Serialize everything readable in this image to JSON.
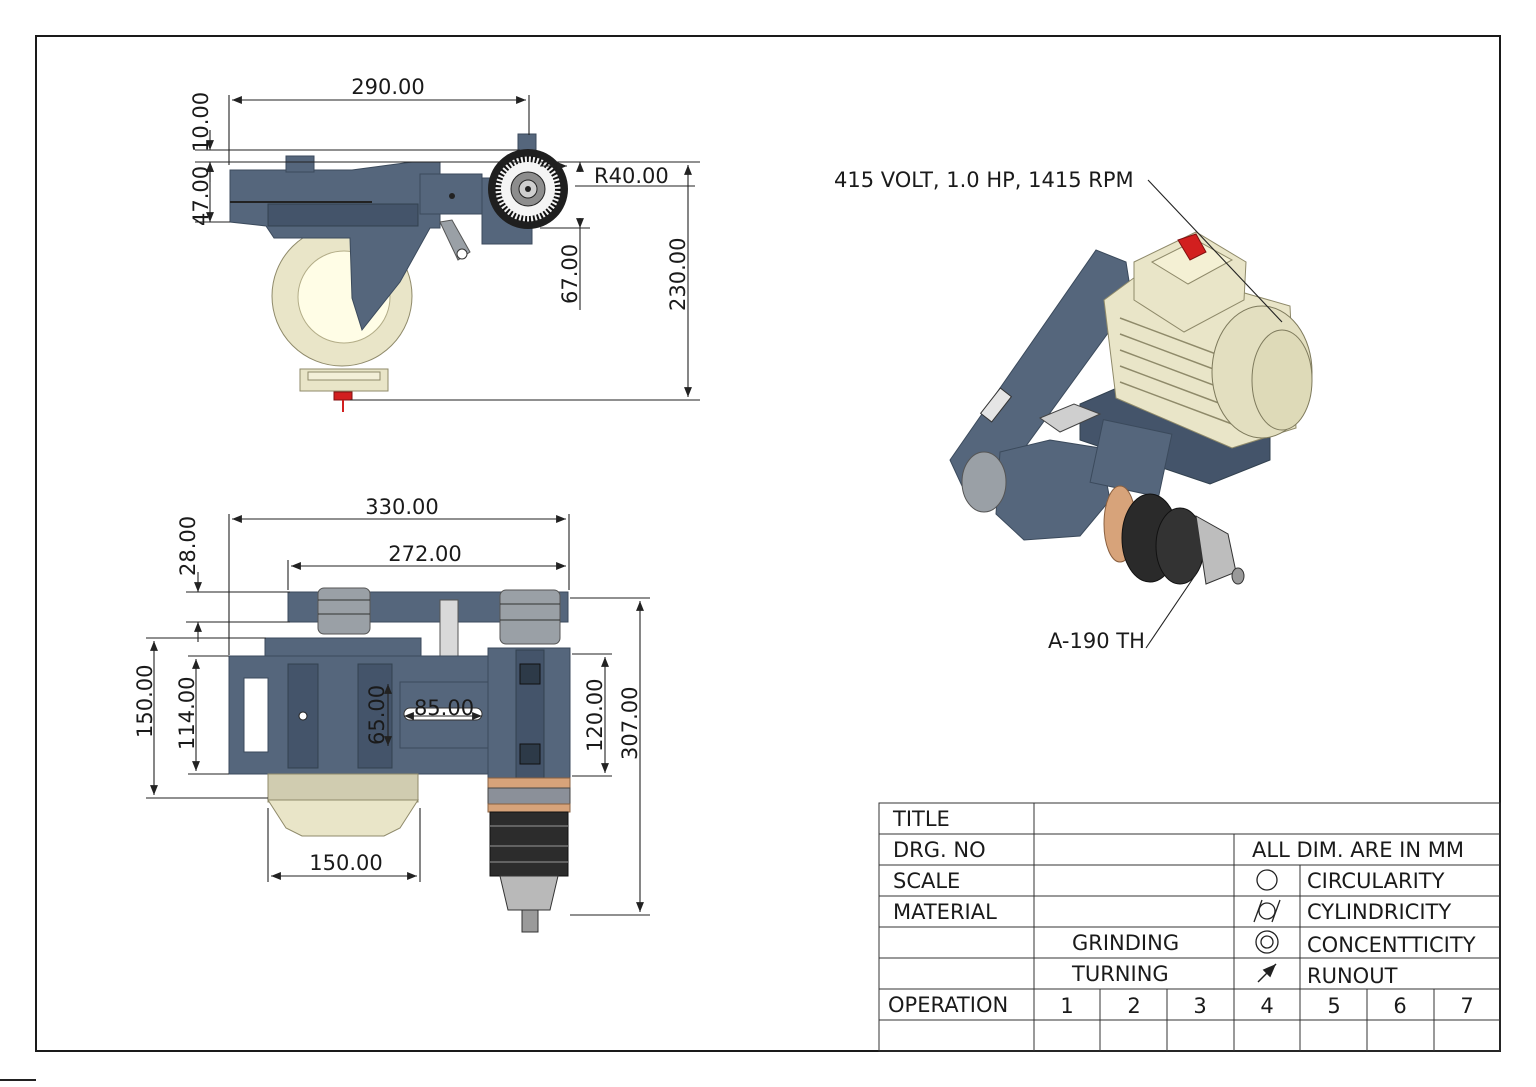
{
  "views": {
    "top": {
      "dims": [
        "290.00",
        "10.00",
        "47.00",
        "R40.00",
        "67.00",
        "230.00"
      ]
    },
    "front": {
      "dims": [
        "330.00",
        "272.00",
        "28.00",
        "150.00",
        "114.00",
        "65.00",
        "85.00",
        "120.00",
        "307.00",
        "150.00"
      ]
    },
    "iso": {
      "callouts": [
        "415 VOLT, 1.0 HP, 1415 RPM",
        "A-190 TH"
      ]
    }
  },
  "title_block": {
    "labels": {
      "title": "TITLE",
      "drg_no": "DRG. NO",
      "scale": "SCALE",
      "material": "MATERIAL",
      "operation": "OPERATION"
    },
    "note": "ALL DIM. ARE IN MM",
    "processes": [
      "GRINDING",
      "TURNING"
    ],
    "symbols": [
      {
        "icon": "circularity-icon",
        "label": "CIRCULARITY"
      },
      {
        "icon": "cylindricity-icon",
        "label": "CYLINDRICITY"
      },
      {
        "icon": "concentricity-icon",
        "label": "CONCENTTICITY"
      },
      {
        "icon": "runout-icon",
        "label": "RUNOUT"
      }
    ],
    "operation_numbers": [
      "1",
      "2",
      "3",
      "4",
      "5",
      "6",
      "7"
    ]
  },
  "colors": {
    "metal": "#55667c",
    "cream": "#e9e5c8",
    "copper": "#d7a37a",
    "switch_red": "#d21f1f"
  }
}
